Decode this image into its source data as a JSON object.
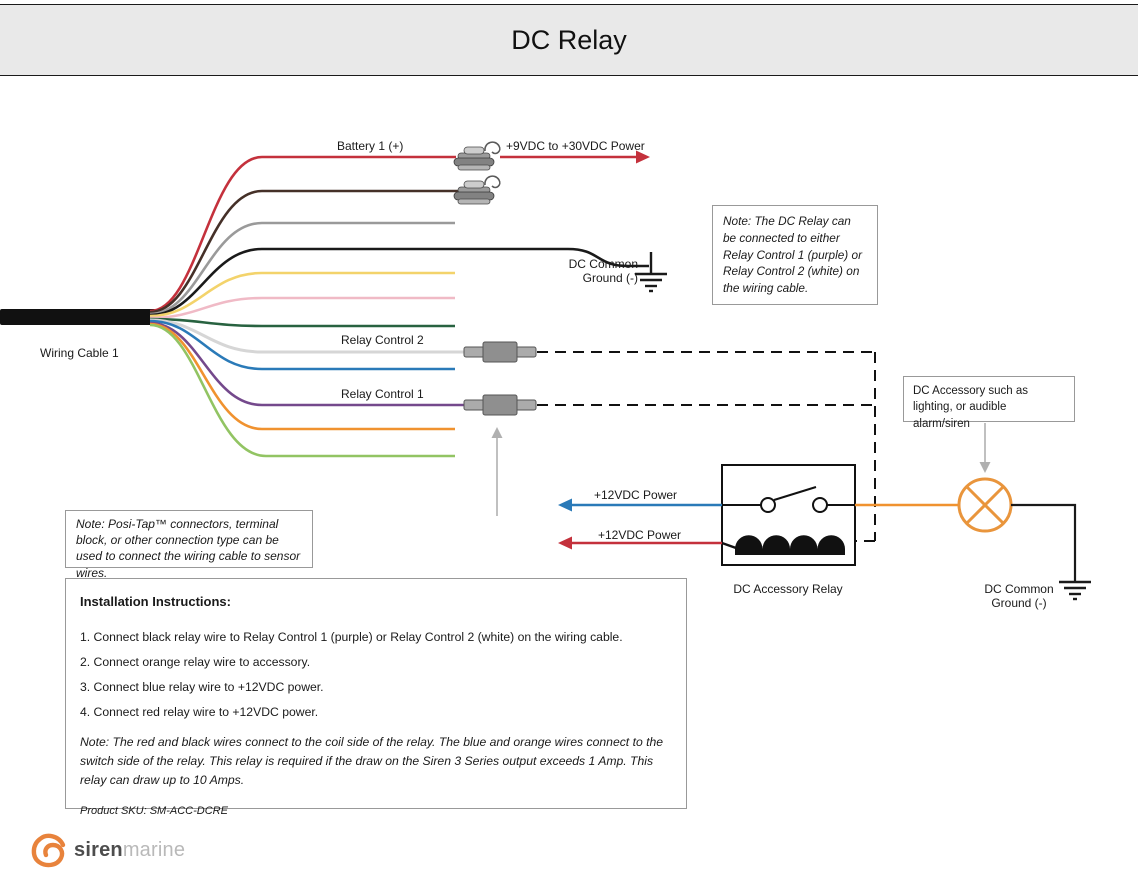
{
  "header": {
    "title": "DC Relay"
  },
  "colors": {
    "wire_red": "#c4313c",
    "wire_brown": "#453028",
    "wire_gray": "#9a9a9a",
    "wire_black": "#1a1a1a",
    "wire_yellow": "#f3d36b",
    "wire_pink": "#f0bac6",
    "wire_dark_green": "#286240",
    "wire_white": "#d6d6d6",
    "wire_blue": "#2a7ab8",
    "wire_purple": "#74498c",
    "wire_orange": "#f0922f",
    "wire_green": "#92c463",
    "lamp_orange": "#e9953c",
    "brand_orange": "#e8833c"
  },
  "diagram": {
    "wiring_cable_label": "Wiring Cable 1",
    "battery_label": "Battery 1 (+)",
    "battery_power_label": "+9VDC to +30VDC Power",
    "ground_left_label": "DC Common\nGround (-)",
    "relay_control_2_label": "Relay Control 2",
    "relay_control_1_label": "Relay Control 1",
    "relay_note": "Note: The DC Relay can be connected to either Relay Control 1 (purple) or Relay Control 2 (white) on the wiring cable.",
    "accessory_note": "DC Accessory such as\nlighting, or audible alarm/siren",
    "positap_note": "Note: Posi-Tap™ connectors, terminal block, or other connection type can be used to connect the wiring cable to sensor wires.",
    "power_label_top": "+12VDC Power",
    "power_label_bottom": "+12VDC Power",
    "relay_label": "DC Accessory Relay",
    "ground_right_label": "DC Common\nGround (-)"
  },
  "instructions": {
    "heading": "Installation Instructions:",
    "items": [
      "1. Connect black relay wire to Relay Control 1 (purple) or Relay Control 2 (white) on the wiring cable.",
      "2. Connect orange relay wire to accessory.",
      "3. Connect blue relay wire to +12VDC power.",
      "4. Connect red relay wire to +12VDC power."
    ],
    "note": "Note: The red and black wires connect to the coil side of the relay. The blue and orange wires connect to the switch side of the relay. This relay is required if the draw on the Siren 3 Series output exceeds 1 Amp. This relay can draw up to 10 Amps.",
    "sku": "Product SKU: SM-ACC-DCRE"
  },
  "footer": {
    "brand_bold": "siren",
    "brand_light": "marine"
  }
}
